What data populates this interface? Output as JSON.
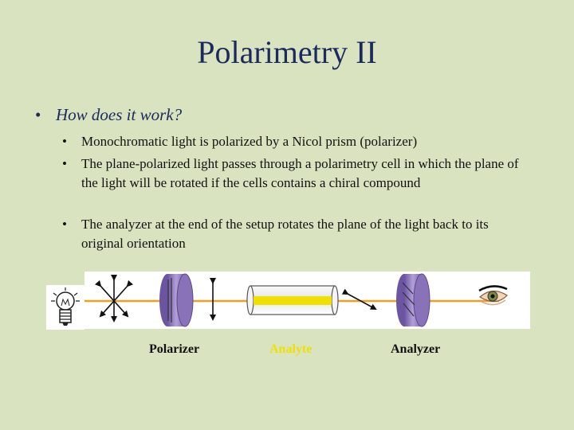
{
  "slide": {
    "title": "Polarimetry II",
    "question": "How does it work?",
    "bullets": [
      "Monochromatic light is polarized by a Nicol prism (polarizer)",
      "The plane-polarized light passes through a polarimetry cell in which the plane of the light will be rotated if the cells contains a chiral compound",
      "The analyzer at the end of the setup rotates the plane of the light back to its original orientation"
    ],
    "bullet_glyph": "•"
  },
  "diagram": {
    "labels": {
      "polarizer": "Polarizer",
      "analyte": "Analyte",
      "analyzer": "Analyzer"
    },
    "colors": {
      "background": "#d9e3bf",
      "title": "#1b2a5e",
      "beam": "#f0a020",
      "prism": "#8a72b8",
      "cell": "#f0e000",
      "analyte_label": "#f0e000"
    },
    "icons": [
      "light-bulb-icon",
      "eye-icon"
    ]
  }
}
